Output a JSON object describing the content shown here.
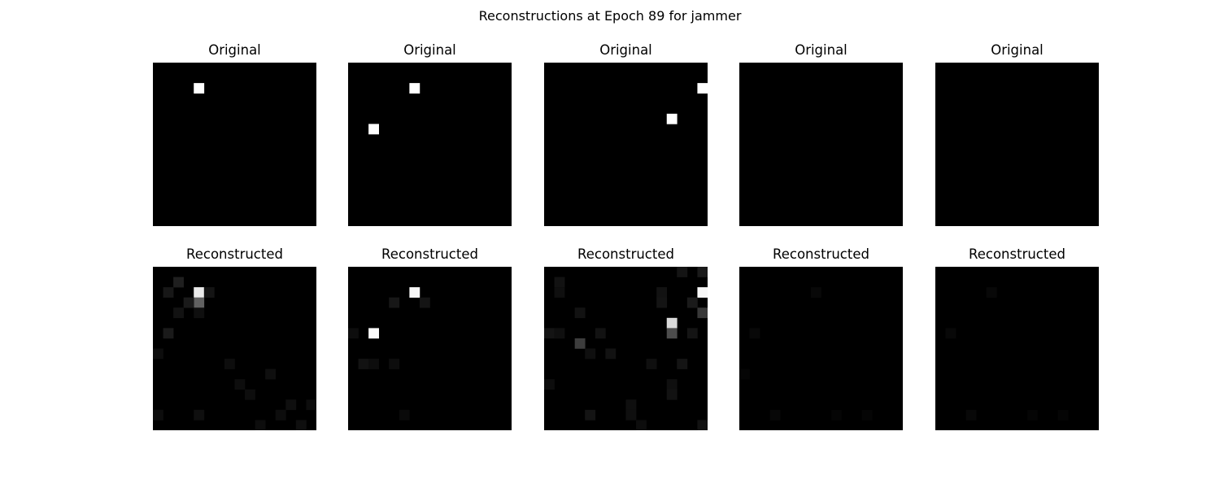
{
  "figure": {
    "suptitle": "Reconstructions at Epoch 89 for jammer"
  },
  "chart_data": {
    "type": "heatmap",
    "title": "Reconstructions at Epoch 89 for jammer",
    "grid_size": [
      16,
      16
    ],
    "colormap": "gray",
    "value_range": [
      0,
      1
    ],
    "axes_visible": false,
    "layout": "2 rows x 5 columns",
    "row_labels": [
      "Original",
      "Reconstructed"
    ],
    "samples": [
      {
        "original": [
          [
            2,
            4,
            1.0
          ]
        ],
        "reconstructed": [
          [
            2,
            4,
            0.92
          ],
          [
            3,
            4,
            0.38
          ],
          [
            1,
            2,
            0.12
          ],
          [
            2,
            1,
            0.09
          ],
          [
            2,
            5,
            0.08
          ],
          [
            3,
            3,
            0.1
          ],
          [
            4,
            2,
            0.07
          ],
          [
            4,
            4,
            0.06
          ],
          [
            6,
            1,
            0.1
          ],
          [
            8,
            0,
            0.05
          ],
          [
            9,
            7,
            0.05
          ],
          [
            10,
            11,
            0.06
          ],
          [
            11,
            8,
            0.05
          ],
          [
            12,
            9,
            0.05
          ],
          [
            13,
            13,
            0.06
          ],
          [
            13,
            15,
            0.05
          ],
          [
            14,
            0,
            0.05
          ],
          [
            14,
            4,
            0.06
          ],
          [
            14,
            12,
            0.05
          ],
          [
            15,
            10,
            0.05
          ],
          [
            15,
            14,
            0.06
          ]
        ]
      },
      {
        "original": [
          [
            2,
            6,
            1.0
          ],
          [
            6,
            2,
            1.0
          ]
        ],
        "reconstructed": [
          [
            2,
            6,
            0.97
          ],
          [
            6,
            2,
            0.98
          ],
          [
            3,
            4,
            0.09
          ],
          [
            3,
            7,
            0.08
          ],
          [
            6,
            0,
            0.05
          ],
          [
            9,
            1,
            0.07
          ],
          [
            9,
            2,
            0.05
          ],
          [
            9,
            4,
            0.05
          ],
          [
            14,
            5,
            0.04
          ]
        ]
      },
      {
        "original": [
          [
            2,
            15,
            1.0
          ],
          [
            5,
            12,
            1.0
          ]
        ],
        "reconstructed": [
          [
            2,
            15,
            0.97
          ],
          [
            5,
            12,
            0.85
          ],
          [
            6,
            12,
            0.3
          ],
          [
            4,
            15,
            0.22
          ],
          [
            0,
            13,
            0.08
          ],
          [
            0,
            15,
            0.1
          ],
          [
            2,
            11,
            0.07
          ],
          [
            3,
            11,
            0.08
          ],
          [
            3,
            14,
            0.1
          ],
          [
            7,
            3,
            0.24
          ],
          [
            6,
            0,
            0.08
          ],
          [
            6,
            1,
            0.06
          ],
          [
            6,
            5,
            0.07
          ],
          [
            6,
            14,
            0.08
          ],
          [
            1,
            1,
            0.07
          ],
          [
            2,
            1,
            0.06
          ],
          [
            4,
            3,
            0.07
          ],
          [
            8,
            4,
            0.06
          ],
          [
            8,
            6,
            0.07
          ],
          [
            9,
            13,
            0.08
          ],
          [
            9,
            10,
            0.06
          ],
          [
            11,
            0,
            0.05
          ],
          [
            11,
            12,
            0.06
          ],
          [
            12,
            12,
            0.07
          ],
          [
            13,
            8,
            0.06
          ],
          [
            14,
            4,
            0.08
          ],
          [
            14,
            8,
            0.06
          ],
          [
            15,
            15,
            0.07
          ],
          [
            15,
            9,
            0.05
          ]
        ]
      },
      {
        "original": [],
        "reconstructed": [
          [
            2,
            7,
            0.03
          ],
          [
            6,
            1,
            0.03
          ],
          [
            14,
            3,
            0.03
          ],
          [
            14,
            9,
            0.02
          ],
          [
            10,
            0,
            0.02
          ],
          [
            14,
            12,
            0.02
          ]
        ]
      },
      {
        "original": [],
        "reconstructed": [
          [
            2,
            5,
            0.03
          ],
          [
            6,
            1,
            0.03
          ],
          [
            14,
            3,
            0.03
          ],
          [
            14,
            9,
            0.02
          ],
          [
            14,
            12,
            0.02
          ]
        ]
      }
    ]
  }
}
